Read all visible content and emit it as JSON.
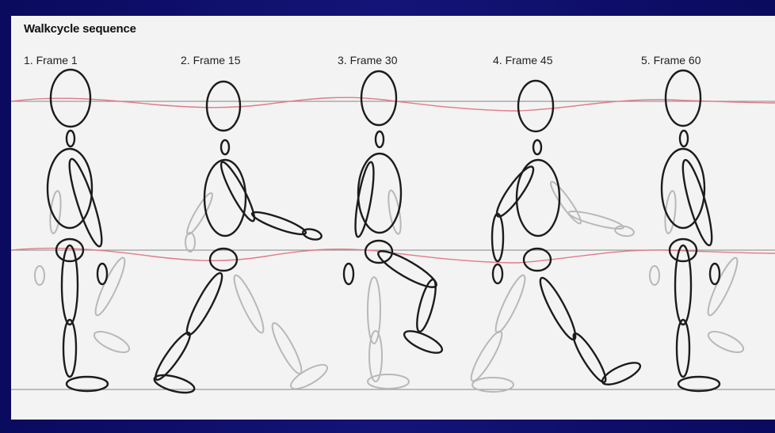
{
  "title": "Walkcycle sequence",
  "frames": [
    {
      "label": "1. Frame 1"
    },
    {
      "label": "2. Frame 15"
    },
    {
      "label": "3. Frame 30"
    },
    {
      "label": "4. Frame 45"
    },
    {
      "label": "5. Frame 60"
    }
  ],
  "colors": {
    "background": "#10106a",
    "panel": "#f3f3f3",
    "guide_line": "#999999",
    "motion_path": "#e07a8a",
    "front_limbs": "#222222",
    "back_limbs": "#b0b0b0"
  }
}
